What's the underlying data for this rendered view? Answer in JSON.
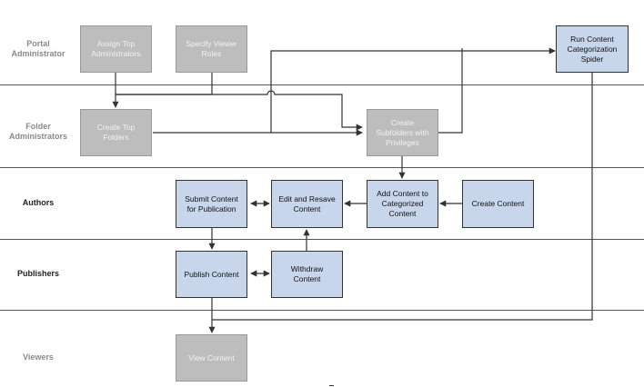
{
  "lanes": {
    "portal_administrator": "Portal\nAdministrator",
    "folder_administrators": "Folder\nAdministrators",
    "authors": "Authors",
    "publishers": "Publishers",
    "viewers": "Viewers"
  },
  "boxes": {
    "assign_top_administrators": "Assign Top\nAdministrators",
    "specify_viewer_roles": "Specify Viewer\nRoles",
    "run_content_categorization_spider": "Run Content\nCategorization\nSpider",
    "create_top_folders": "Create Top\nFolders",
    "create_subfolders_with_privileges": "Create\nSubfolders with\nPrivileges",
    "submit_content_for_publication": "Submit Content\nfor Publication",
    "edit_and_resave_content": "Edit and Resave\nContent",
    "add_content_to_categorized_content": "Add Content to\nCategorized\nContent",
    "create_content": "Create Content",
    "publish_content": "Publish Content",
    "withdraw_content": "Withdraw\nContent",
    "view_content": "View Content"
  },
  "colors": {
    "active_fill": "#c7d6ea",
    "inactive_fill": "#bdbdbd",
    "line": "#333333"
  }
}
